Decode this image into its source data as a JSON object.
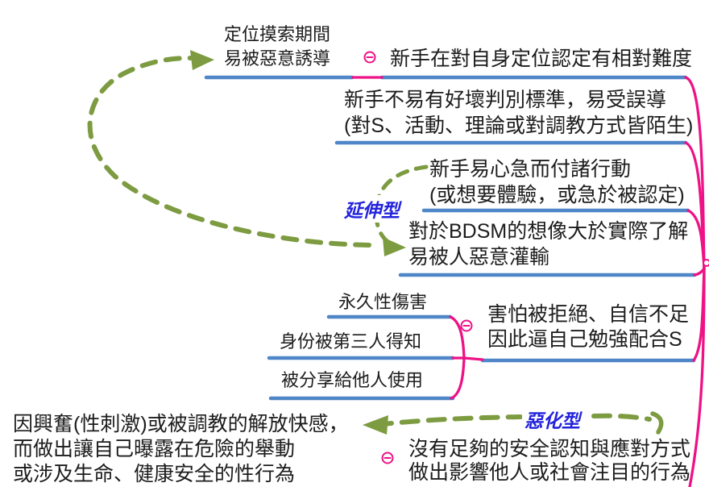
{
  "colors": {
    "topic_underline": "#4e86c8",
    "branch_pink": "#ee1286",
    "relationship_green": "#7d9b40",
    "label_blue": "#2323dd",
    "text": "#1c1c1c",
    "background": "#ffffff"
  },
  "mindmap": {
    "topics": {
      "positioning_phase": "定位摸索期間\n易被惡意誘導",
      "newbie_identity": "新手在對自身定位認定有相對難度",
      "newbie_judgement": "新手不易有好壞判別標準，易受誤導\n(對S、活動、理論或對調教方式皆陌生)",
      "newbie_impatient": "新手易心急而付諸行動\n(或想要體驗，或急於被認定)",
      "bdsm_imagination": "對於BDSM的想像大於實際了解\n易被人惡意灌輸",
      "permanent_harm": "永久性傷害",
      "identity_leaked": "身份被第三人得知",
      "shared_to_others": "被分享給他人使用",
      "fear_rejection": "害怕被拒絕、自信不足\n因此逼自己勉強配合S",
      "no_safety_awareness": "沒有足夠的安全認知與應對方式\n做出影響他人或社會注目的行為",
      "excitement_risk": "因興奮(性刺激)或被調教的解放快感，\n而做出讓自己曝露在危險的舉動\n或涉及生命、健康安全的性行為"
    },
    "relationship_labels": {
      "extension": "延伸型",
      "worsening": "惡化型"
    },
    "icons": {
      "collapse": "⊖"
    }
  }
}
